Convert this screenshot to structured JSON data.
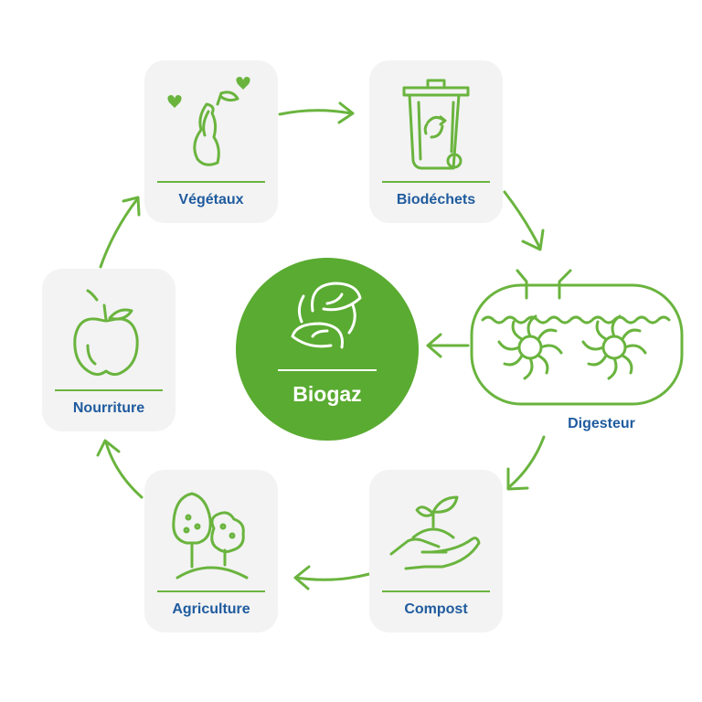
{
  "nodes": {
    "vegetaux": "Végétaux",
    "biodechets": "Biodéchets",
    "digesteur": "Digesteur",
    "compost": "Compost",
    "agriculture": "Agriculture",
    "nourriture": "Nourriture",
    "biogaz": "Biogaz"
  },
  "icons": {
    "vegetaux": "apple-core-icon",
    "biodechets": "recycling-bin-icon",
    "digesteur": "digester-tank-icon",
    "compost": "hand-sprout-icon",
    "agriculture": "trees-icon",
    "nourriture": "apple-icon",
    "biogaz": "recycle-leaves-icon"
  },
  "colors": {
    "accent": "#6ab43e",
    "center": "#5aab31",
    "label": "#1f5b9e",
    "card": "#f3f3f3"
  }
}
